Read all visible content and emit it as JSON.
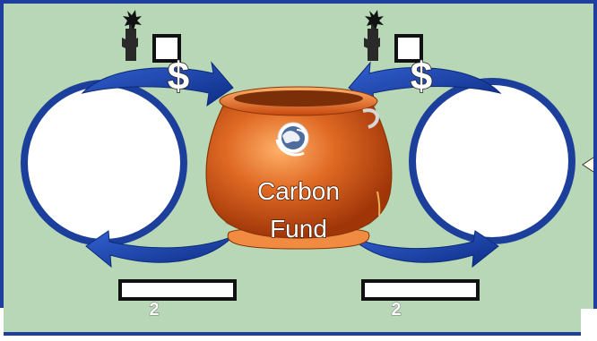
{
  "fund": {
    "line1": "Carbon",
    "line2": "Fund"
  },
  "left": {
    "currency": "$",
    "number": "2"
  },
  "right": {
    "currency": "$",
    "number": "2"
  },
  "colors": {
    "background": "#b7d7b7",
    "frame": "#1f3f9f",
    "arrow": "#1a3ea0",
    "pot": "#e0621d",
    "circle_fill": "#ffffff",
    "circle_border": "#1d3f9c"
  },
  "icons": [
    "factory-tower-icon",
    "globe-logo-icon",
    "dollar-icon",
    "arrow-icon"
  ]
}
